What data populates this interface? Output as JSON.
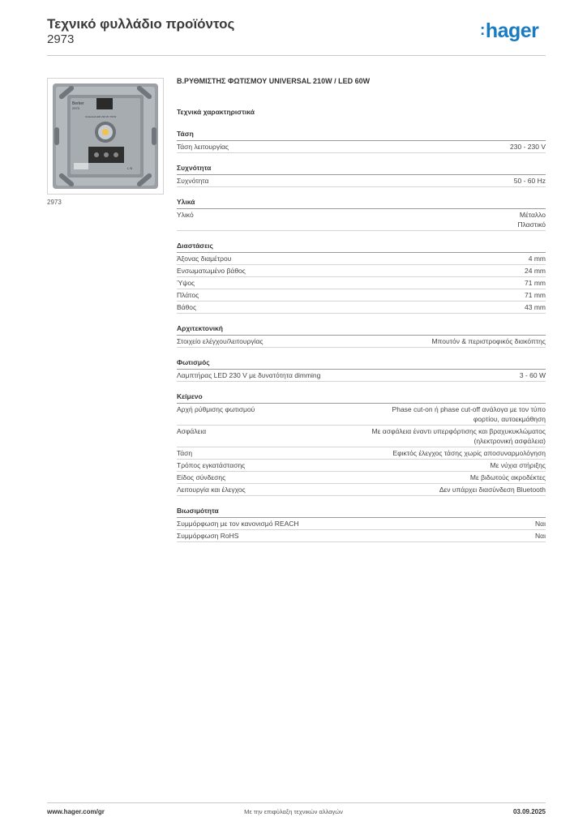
{
  "header": {
    "title": "Τεχνικό φυλλάδιο προϊόντος",
    "code": "2973",
    "logo_text": "hager",
    "logo_color": "#1a7bc1"
  },
  "product": {
    "image_caption": "2973",
    "image_icon": "dimmer-insert-photo",
    "device_labels": {
      "brand": "Berker",
      "model": "2973",
      "ratings": "Universal LED 210 W / 60 W",
      "terminal": "L N"
    }
  },
  "document": {
    "title": "Β.ΡΥΘΜΙΣΤΗΣ ΦΩΤΙΣΜΟΥ UNIVERSAL 210W / LED 60W",
    "tech_heading": "Τεχνικά χαρακτηριστικά"
  },
  "sections": [
    {
      "title": "Τάση",
      "rows": [
        {
          "label": "Τάση λειτουργίας",
          "value": [
            "230 - 230 V"
          ]
        }
      ]
    },
    {
      "title": "Συχνότητα",
      "rows": [
        {
          "label": "Συχνότητα",
          "value": [
            "50 - 60 Hz"
          ]
        }
      ]
    },
    {
      "title": "Υλικά",
      "rows": [
        {
          "label": "Υλικό",
          "value": [
            "Μέταλλο",
            "Πλαστικό"
          ]
        }
      ]
    },
    {
      "title": "Διαστάσεις",
      "rows": [
        {
          "label": "Άξονας διαμέτρου",
          "value": [
            "4 mm"
          ]
        },
        {
          "label": "Ενσωματωμένο βάθος",
          "value": [
            "24 mm"
          ]
        },
        {
          "label": "Ύψος",
          "value": [
            "71 mm"
          ]
        },
        {
          "label": "Πλάτος",
          "value": [
            "71 mm"
          ]
        },
        {
          "label": "Βάθος",
          "value": [
            "43 mm"
          ]
        }
      ]
    },
    {
      "title": "Αρχιτεκτονική",
      "rows": [
        {
          "label": "Στοιχείο ελέγχου/λειτουργίας",
          "value": [
            "Μπουτόν & περιστροφικός διακόπτης"
          ]
        }
      ]
    },
    {
      "title": "Φωτισμός",
      "rows": [
        {
          "label": "Λαμπτήρας LED 230 V με δυνατότητα dimming",
          "value": [
            "3 - 60 W"
          ]
        }
      ]
    },
    {
      "title": "Κείμενο",
      "rows": [
        {
          "label": "Αρχή ρύθμισης φωτισμού",
          "value": [
            "Phase cut-on ή phase cut-off ανάλογα με τον τύπο",
            "φορτίου, αυτοεκμάθηση"
          ]
        },
        {
          "label": "Ασφάλεια",
          "value": [
            "Με ασφάλεια έναντι υπερφόρτισης και βραχυκυκλώματος",
            "(ηλεκτρονική ασφάλεια)"
          ]
        },
        {
          "label": "Τάση",
          "value": [
            "Εφικτός έλεγχος τάσης χωρίς αποσυναρμολόγηση"
          ]
        },
        {
          "label": "Τρόπος εγκατάστασης",
          "value": [
            "Με νύχια στήριξης"
          ]
        },
        {
          "label": "Είδος σύνδεσης",
          "value": [
            "Με βιδωτούς ακροδέκτες"
          ]
        },
        {
          "label": "Λειτουργία και έλεγχος",
          "value": [
            "Δεν υπάρχει διασύνδεση Bluetooth"
          ]
        }
      ]
    },
    {
      "title": "Βιωσιμότητα",
      "rows": [
        {
          "label": "Συμμόρφωση με τον κανονισμό REACH",
          "value": [
            "Ναι"
          ]
        },
        {
          "label": "Συμμόρφωση RoHS",
          "value": [
            "Ναι"
          ]
        }
      ]
    }
  ],
  "footer": {
    "website": "www.hager.com/gr",
    "disclaimer": "Με την επιφύλαξη τεχνικών αλλαγών",
    "date": "03.09.2025"
  }
}
